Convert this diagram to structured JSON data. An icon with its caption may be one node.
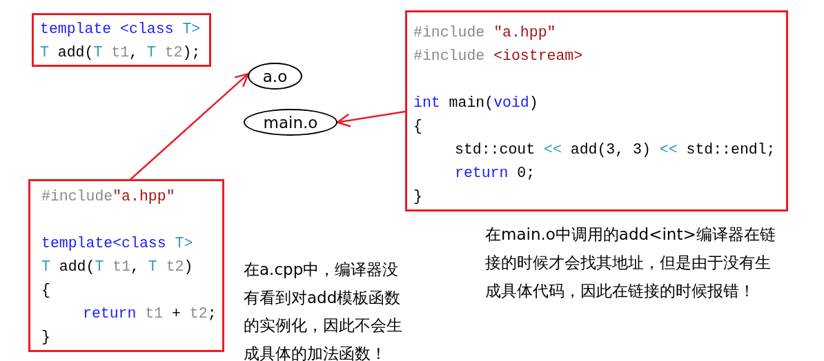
{
  "diagram": {
    "nodes": [
      {
        "text": [
          "template <class T>",
          "T add(T t1, T t2);"
        ]
      },
      {
        "text": [
          "a.o"
        ]
      },
      {
        "text": [
          "main.o"
        ]
      },
      {
        "text": [
          "#include \"a.hpp\"",
          "#include <iostream>",
          "int main(void)",
          "{",
          "std::cout << add(3, 3) << std::endl;",
          "return 0;",
          "}"
        ]
      },
      {
        "text": [
          "#include\"a.hpp\"",
          "template<class T>",
          "T add(T t1, T t2)",
          "{",
          "return t1 + t2;",
          "}"
        ]
      }
    ],
    "edges": [
      {
        "from": 4,
        "to": 1,
        "arrow": "to"
      },
      {
        "from": 3,
        "to": 2,
        "arrow": "to"
      }
    ],
    "labels": [
      "在a.cpp中，编译器没有看到对add模板函数的实例化，因此不会生成具体的加法函数！",
      "在main.o中调用的add<int>编译器在链接的时候才会找其地址，但是由于没有生成具体代码，因此在链接的时候报错！"
    ]
  }
}
